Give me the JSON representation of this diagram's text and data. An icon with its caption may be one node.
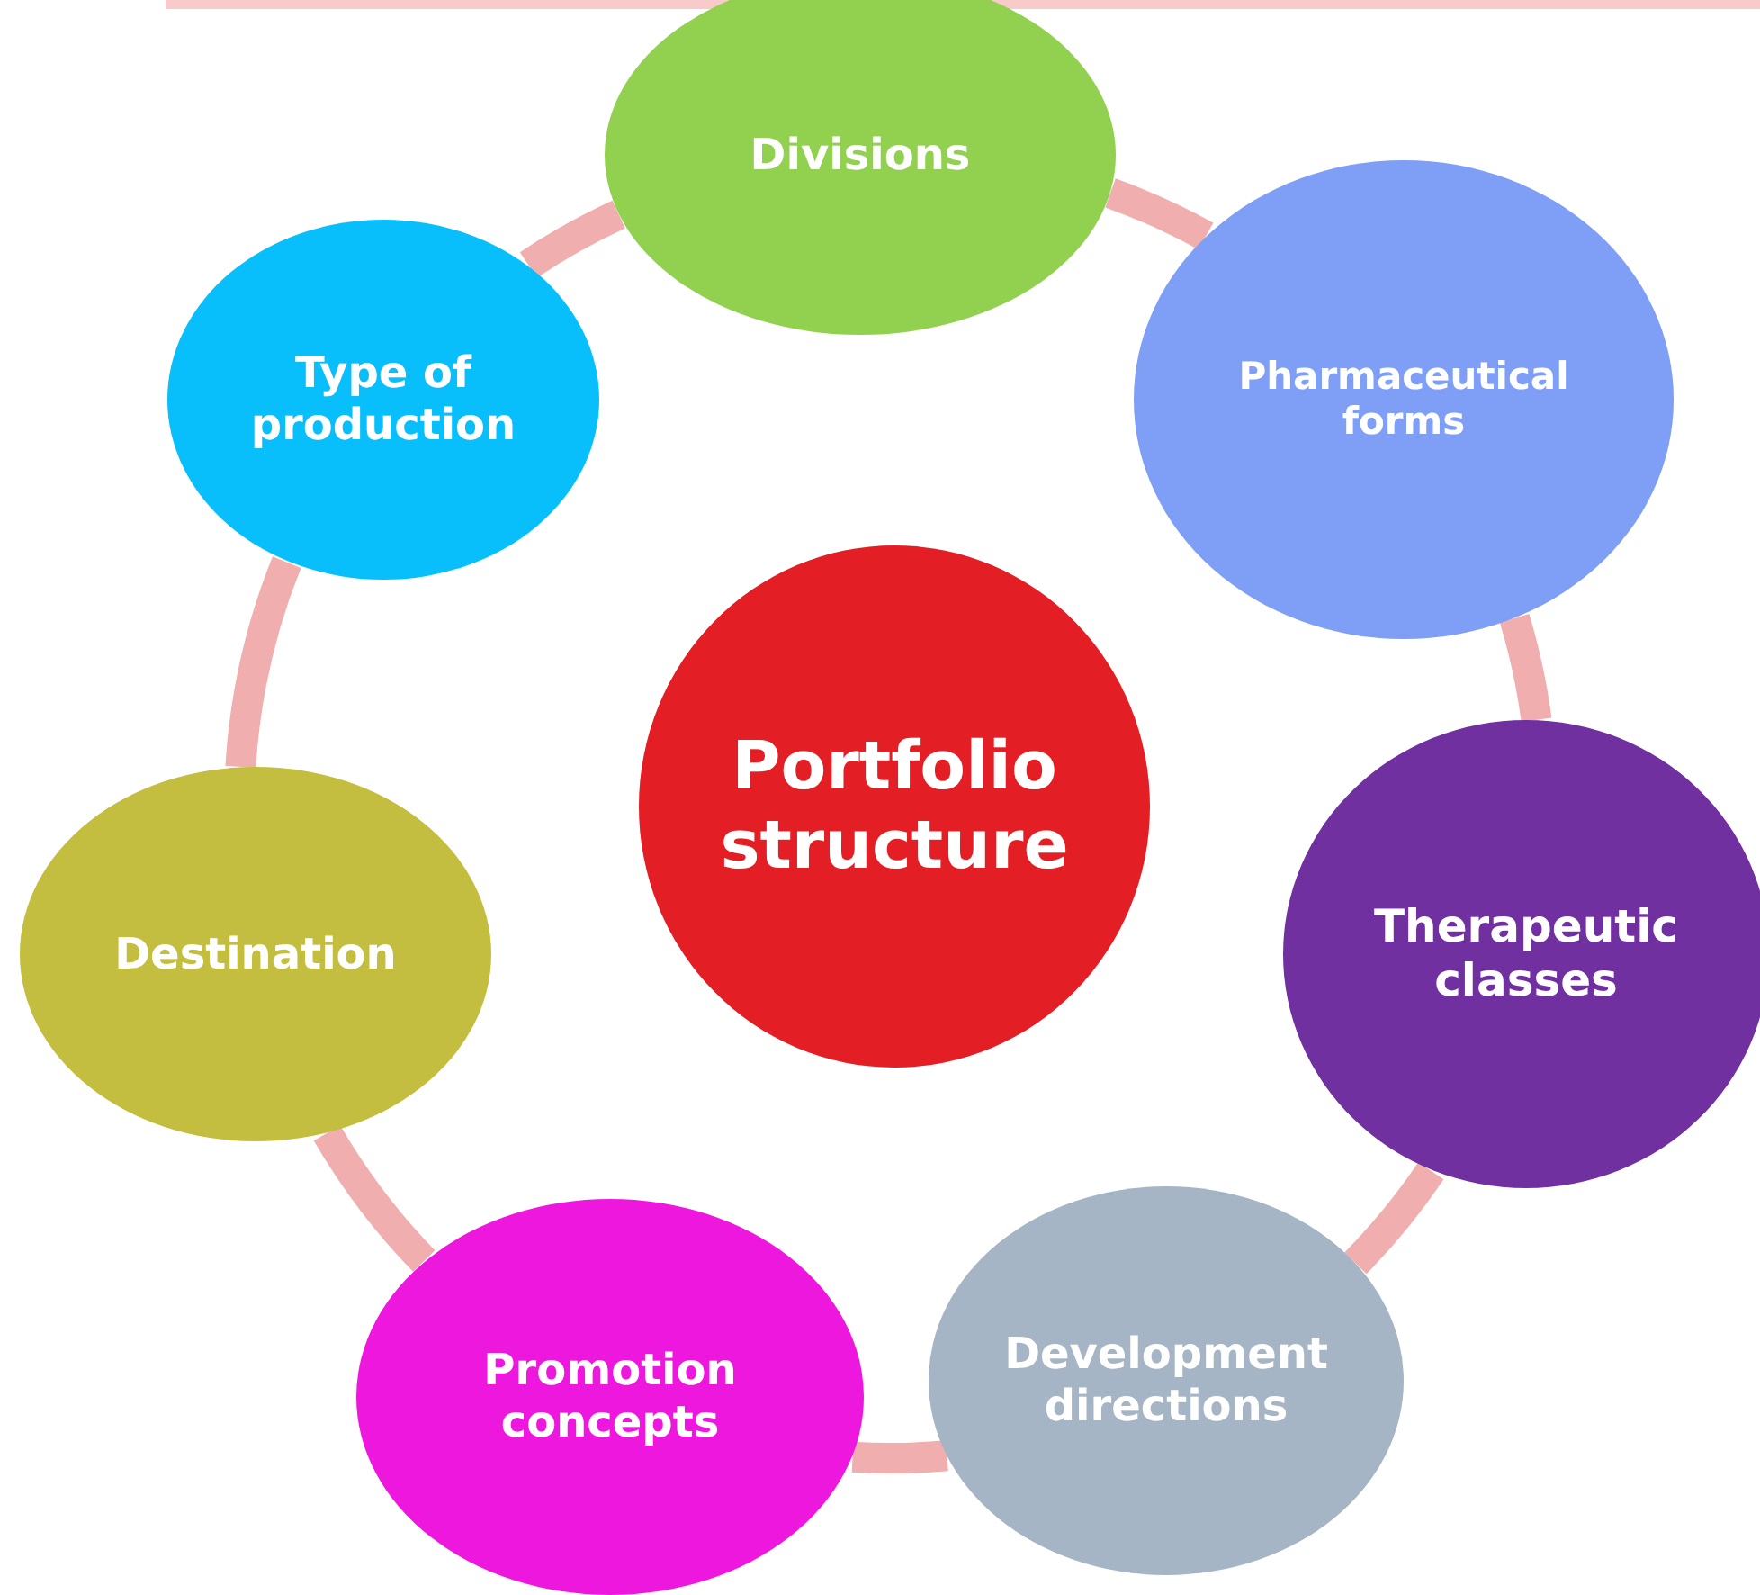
{
  "diagram": {
    "nodes": [
      {
        "text": [
          "Portfolio structure"
        ]
      },
      {
        "text": [
          "Divisions"
        ]
      },
      {
        "text": [
          "Pharmaceutical forms"
        ]
      },
      {
        "text": [
          "Therapeutic classes"
        ]
      },
      {
        "text": [
          "Development directions"
        ]
      },
      {
        "text": [
          "Promotion concepts"
        ]
      },
      {
        "text": [
          "Destination"
        ]
      },
      {
        "text": [
          "Type of production"
        ]
      }
    ],
    "edges": [
      {
        "from": 1,
        "to": 2,
        "arrow": "none"
      },
      {
        "from": 2,
        "to": 3,
        "arrow": "none"
      },
      {
        "from": 3,
        "to": 4,
        "arrow": "none"
      },
      {
        "from": 4,
        "to": 5,
        "arrow": "none"
      },
      {
        "from": 5,
        "to": 6,
        "arrow": "none"
      },
      {
        "from": 6,
        "to": 7,
        "arrow": "none"
      },
      {
        "from": 7,
        "to": 1,
        "arrow": "none"
      }
    ]
  }
}
